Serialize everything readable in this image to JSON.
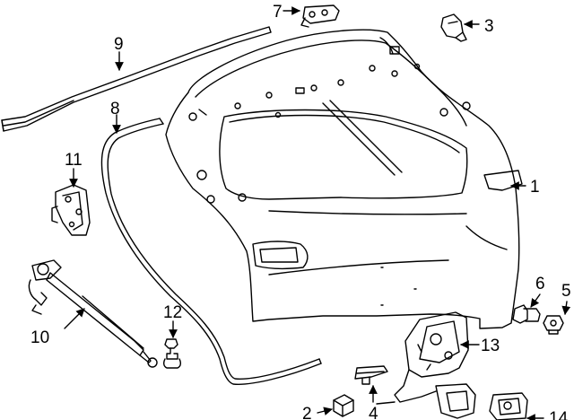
{
  "colors": {
    "line": "#000000",
    "background": "#ffffff"
  },
  "callouts": {
    "c1": "1",
    "c2": "2",
    "c3": "3",
    "c4": "4",
    "c5": "5",
    "c6": "6",
    "c7": "7",
    "c8": "8",
    "c9": "9",
    "c10": "10",
    "c11": "11",
    "c12": "12",
    "c13": "13",
    "c14": "14"
  }
}
